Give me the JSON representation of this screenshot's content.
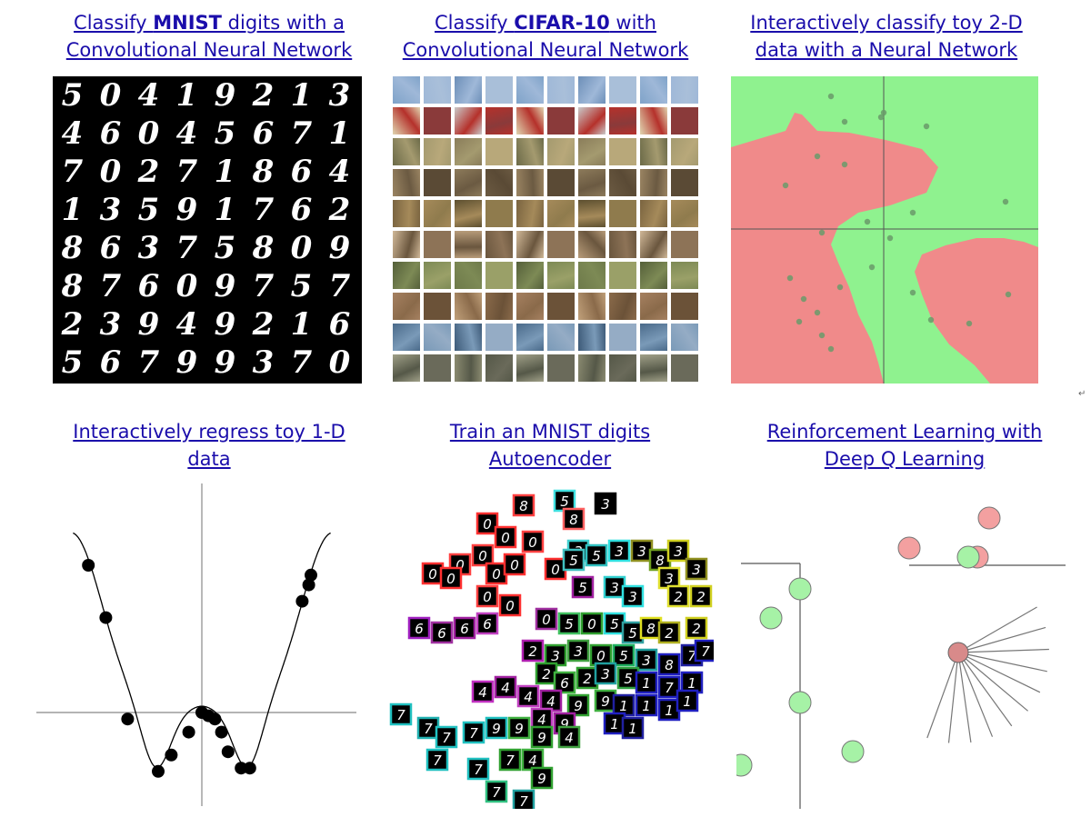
{
  "demos": [
    {
      "pre": "Classify ",
      "bold": "MNIST",
      "post": " digits with a",
      "line2": "Convolutional Neural Network"
    },
    {
      "pre": "Classify ",
      "bold": "CIFAR-10",
      "post": " with",
      "line2": "Convolutional Neural Network"
    },
    {
      "pre": "Interactively classify toy 2-D",
      "bold": "",
      "post": "",
      "line2": "data with a Neural Network"
    },
    {
      "pre": "Interactively regress toy 1-D",
      "bold": "",
      "post": "",
      "line2": "data"
    },
    {
      "pre": "Train an MNIST digits",
      "bold": "",
      "post": "",
      "line2": "Autoencoder"
    },
    {
      "pre": "Reinforcement Learning with",
      "bold": "",
      "post": "",
      "line2": "Deep Q Learning"
    }
  ],
  "mnist_rows": [
    "50419213",
    "46045671",
    "70271864",
    "13591762",
    "86375809",
    "87609757",
    "23949216",
    "56799370"
  ],
  "colors": {
    "link": "#1a0dab",
    "class_red": "#f08a8a",
    "class_green": "#8ff28f",
    "agent_red": "#f3a0a0",
    "agent_green": "#a6f2a6"
  },
  "regression_data": {
    "x": [
      -2.6,
      -2.2,
      -1.7,
      -1.0,
      -0.7,
      -0.3,
      0.0,
      0.15,
      0.3,
      0.45,
      0.6,
      0.9,
      1.1,
      2.3,
      2.45,
      2.5
    ],
    "y": [
      0.45,
      0.29,
      -0.02,
      -0.18,
      -0.13,
      -0.06,
      0.0,
      -0.01,
      -0.02,
      -0.06,
      -0.12,
      -0.17,
      -0.17,
      0.34,
      0.39,
      0.42
    ]
  }
}
